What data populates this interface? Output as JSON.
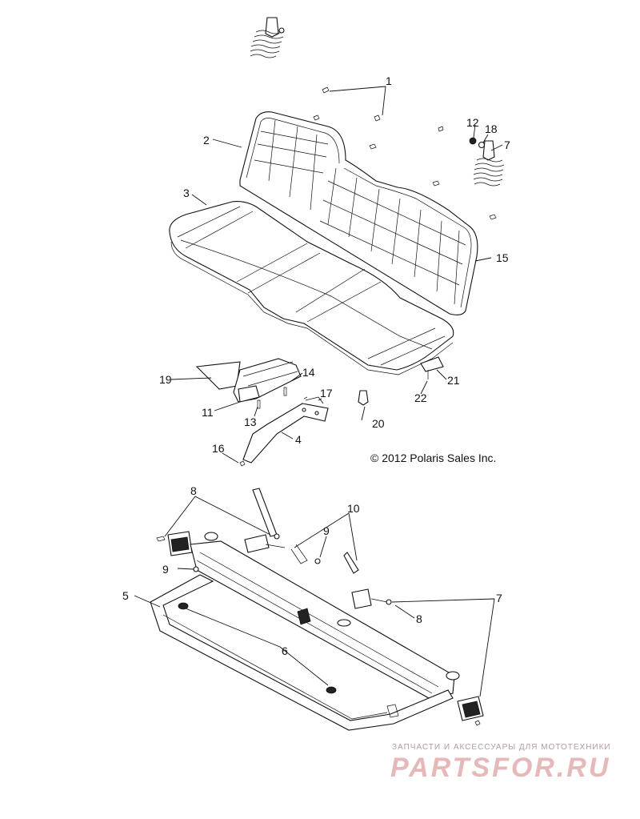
{
  "callouts": {
    "c1": "1",
    "c2": "2",
    "c3": "3",
    "c4": "4",
    "c5": "5",
    "c6": "6",
    "c7a": "7",
    "c7b": "7",
    "c8a": "8",
    "c8b": "8",
    "c9a": "9",
    "c9b": "9",
    "c10": "10",
    "c11": "11",
    "c12": "12",
    "c13": "13",
    "c14": "14",
    "c15": "15",
    "c16": "16",
    "c17": "17",
    "c18": "18",
    "c19": "19",
    "c20": "20",
    "c21": "21",
    "c22": "22"
  },
  "copyright": "© 2012 Polaris Sales Inc.",
  "watermark": {
    "subtitle": "ЗАПЧАСТИ И АКСЕССУАРЫ ДЛЯ МОТОТЕХНИКИ",
    "logo": "PARTSFOR.RU"
  },
  "colors": {
    "line": "#111111",
    "background": "#ffffff",
    "watermark": "#e8b8b8"
  }
}
